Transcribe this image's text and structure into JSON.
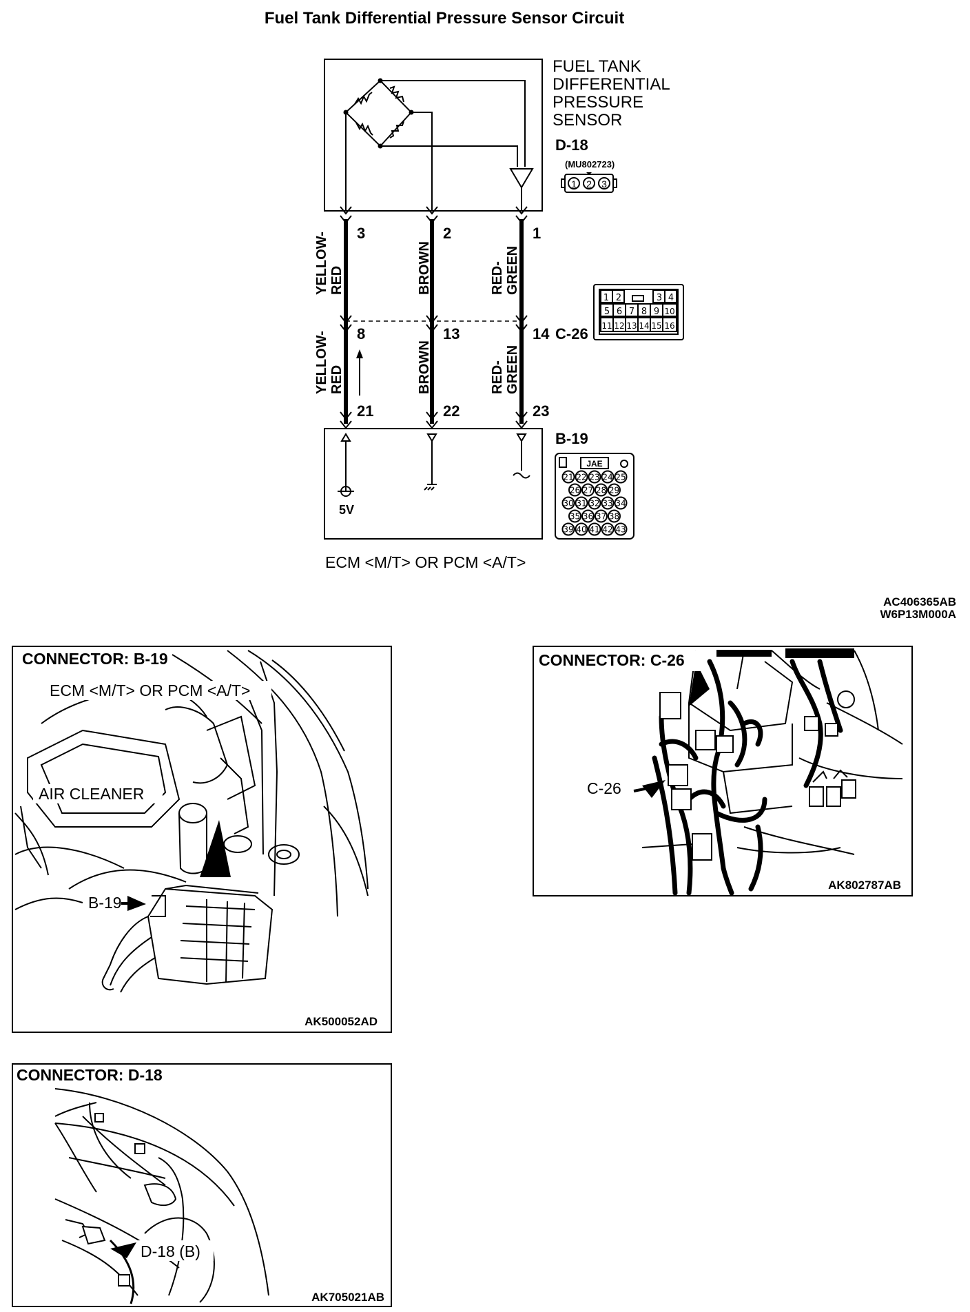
{
  "title": "Fuel Tank Differential Pressure Sensor Circuit",
  "sensor": {
    "name_lines": [
      "FUEL TANK",
      "DIFFERENTIAL",
      "PRESSURE",
      "SENSOR"
    ],
    "connector_id": "D-18",
    "part_number": "(MU802723)",
    "pins": [
      "1",
      "2",
      "3"
    ]
  },
  "wires": [
    {
      "upper_pin": "3",
      "mid_pin": "8",
      "lower_pin": "21",
      "color_lines": [
        "YELLOW-",
        "RED"
      ]
    },
    {
      "upper_pin": "2",
      "mid_pin": "13",
      "lower_pin": "22",
      "color_lines": [
        "BROWN"
      ]
    },
    {
      "upper_pin": "1",
      "mid_pin": "14",
      "lower_pin": "23",
      "color_lines": [
        "RED-",
        "GREEN"
      ]
    }
  ],
  "c26": {
    "id": "C-26",
    "rows": [
      [
        "1",
        "2",
        "",
        "3",
        "4"
      ],
      [
        "5",
        "6",
        "7",
        "8",
        "9",
        "10"
      ],
      [
        "11",
        "12",
        "13",
        "14",
        "15",
        "16"
      ]
    ]
  },
  "b19": {
    "id": "B-19",
    "brand": "JAE",
    "rows": [
      [
        "21",
        "22",
        "23",
        "24",
        "25"
      ],
      [
        "26",
        "27",
        "28",
        "29"
      ],
      [
        "30",
        "31",
        "32",
        "33",
        "34"
      ],
      [
        "35",
        "36",
        "37",
        "38"
      ],
      [
        "39",
        "40",
        "41",
        "42",
        "43"
      ]
    ]
  },
  "ecm": {
    "voltage": "5V",
    "label": "ECM <M/T> OR PCM <A/T>"
  },
  "diagram_codes": [
    "AC406365AB",
    "W6P13M000A"
  ],
  "panels": {
    "b19": {
      "title": "CONNECTOR: B-19",
      "label_ecm": "ECM <M/T> OR PCM <A/T>",
      "label_air": "AIR CLEANER",
      "label_conn": "B-19",
      "code": "AK500052AD"
    },
    "c26": {
      "title": "CONNECTOR: C-26",
      "label_conn": "C-26",
      "code": "AK802787AB"
    },
    "d18": {
      "title": "CONNECTOR: D-18",
      "label_conn": "D-18 (B)",
      "code": "AK705021AB"
    }
  }
}
